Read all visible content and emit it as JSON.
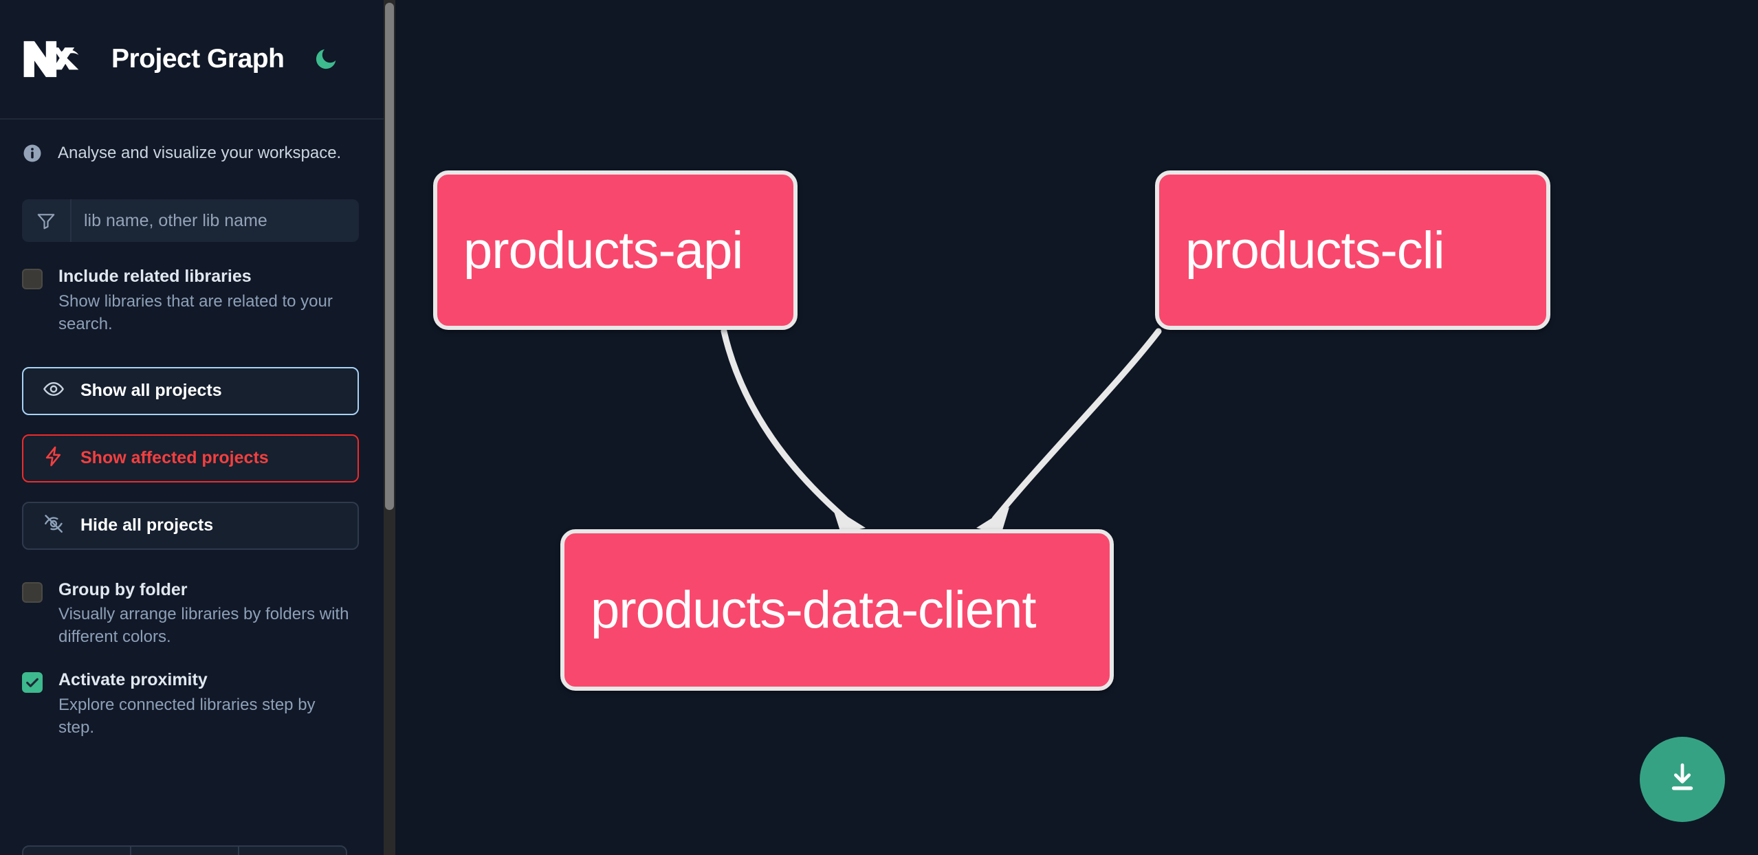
{
  "header": {
    "logo_icon": "nx-logo-icon",
    "title": "Project Graph",
    "theme_toggle_icon": "moon-icon",
    "theme_accent": "#3dba8e"
  },
  "sidebar": {
    "tagline": "Analyse and visualize your workspace.",
    "tagline_icon": "info-icon",
    "search": {
      "icon": "funnel-icon",
      "value": "",
      "placeholder": "lib name, other lib name"
    },
    "options": [
      {
        "id": "include-related-libraries",
        "title": "Include related libraries",
        "description": "Show libraries that are related to your search.",
        "checked": false
      },
      {
        "id": "group-by-folder",
        "title": "Group by folder",
        "description": "Visually arrange libraries by folders with different colors.",
        "checked": false
      },
      {
        "id": "activate-proximity",
        "title": "Activate proximity",
        "description": "Explore connected libraries step by step.",
        "checked": true
      }
    ],
    "buttons": [
      {
        "id": "show-all-projects",
        "label": "Show all projects",
        "icon": "eye-icon",
        "color": "#ffffff",
        "border": "#a9d2f5"
      },
      {
        "id": "show-affected-projects",
        "label": "Show affected projects",
        "icon": "lightning-icon",
        "color": "#f43f3f",
        "border": "#ef2b2b"
      },
      {
        "id": "hide-all-projects",
        "label": "Hide all projects",
        "icon": "eye-off-icon",
        "color": "#ffffff",
        "border": "#2e3a4c"
      }
    ],
    "scrollbar": {
      "name": "sidebar-scrollbar"
    }
  },
  "graph": {
    "background": "#0f1725",
    "node_fill": "#f9486d",
    "node_border": "#e8e8e8",
    "edge_color": "#e8e8e8",
    "nodes": [
      {
        "id": "products-api",
        "label": "products-api"
      },
      {
        "id": "products-cli",
        "label": "products-cli"
      },
      {
        "id": "products-data-client",
        "label": "products-data-client"
      }
    ],
    "edges": [
      {
        "from": "products-api",
        "to": "products-data-client"
      },
      {
        "from": "products-cli",
        "to": "products-data-client"
      }
    ],
    "download_button": {
      "icon": "download-icon",
      "color": "#35a383"
    }
  }
}
